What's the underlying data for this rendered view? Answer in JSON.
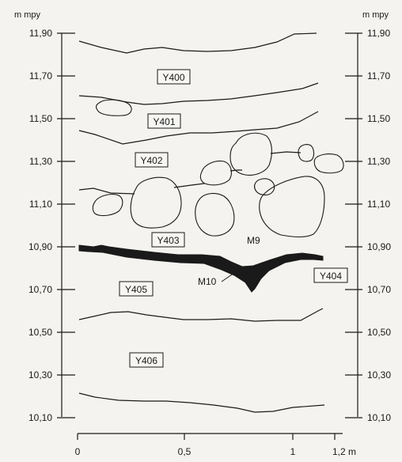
{
  "left_axis": {
    "unit": "m mpy",
    "ticks": [
      "11,90",
      "11,70",
      "11,50",
      "11,30",
      "11,10",
      "10,90",
      "10,70",
      "10,50",
      "10,30",
      "10,10"
    ]
  },
  "right_axis": {
    "unit": "m mpy",
    "ticks": [
      "11,90",
      "11,70",
      "11,50",
      "11,30",
      "11,10",
      "10,90",
      "10,70",
      "10,50",
      "10,30",
      "10,10"
    ]
  },
  "bottom_axis": {
    "ticks": [
      "0",
      "0,5",
      "1",
      "1,2 m"
    ]
  },
  "layers": {
    "y400": "Y400",
    "y401": "Y401",
    "y402": "Y402",
    "y403": "Y403",
    "y404": "Y404",
    "y405": "Y405",
    "y406": "Y406"
  },
  "features": {
    "m9": "M9",
    "m10": "M10"
  },
  "colors": {
    "ink": "#1a1a1a",
    "paper": "#f4f3ef"
  }
}
